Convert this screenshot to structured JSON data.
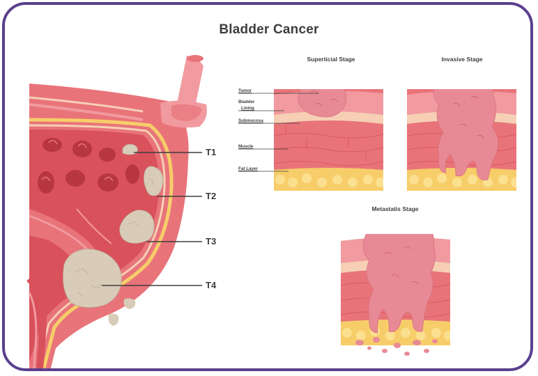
{
  "title": "Bladder Cancer",
  "stages": {
    "superficial": "Superticial Stage",
    "invasive": "Invasive Stage",
    "metastatic": "Metastatis Stage"
  },
  "layers": {
    "tumor": "Tumor",
    "bladder_lining_1": "Bladder",
    "bladder_lining_2": "Lining",
    "submucosa": "Submucosa",
    "muscle": "Muscle",
    "fat": "Fat Layer"
  },
  "t_stages": [
    "T1",
    "T2",
    "T3",
    "T4"
  ],
  "colors": {
    "frame": "#5a3f8e",
    "muscle": "#e8747a",
    "lining": "#f19aa0",
    "submucosa": "#f6cfb4",
    "fat": "#f7cd6a",
    "tumor": "#e88a95",
    "tumor_bladder": "#d8ccb8",
    "bladder_inner": "#d9515b"
  }
}
